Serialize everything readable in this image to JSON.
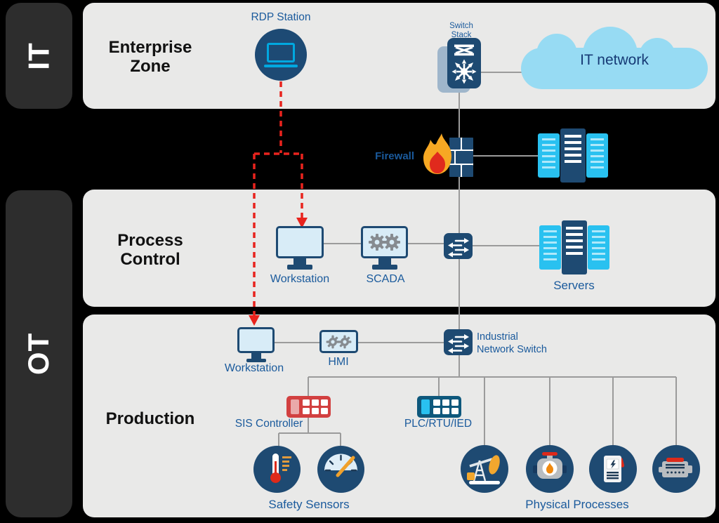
{
  "rails": {
    "it": "IT",
    "ot": "OT"
  },
  "zones": {
    "enterprise": {
      "title_line1": "Enterprise",
      "title_line2": "Zone"
    },
    "process": {
      "title_line1": "Process",
      "title_line2": "Control"
    },
    "production": {
      "title": "Production"
    }
  },
  "nodes": {
    "rdp": {
      "label": "RDP Station"
    },
    "switch_stack": {
      "label_line1": "Switch",
      "label_line2": "Stack"
    },
    "it_network": {
      "label": "IT network"
    },
    "firewall": {
      "label": "Firewall"
    },
    "pc_workstation": {
      "label": "Workstation"
    },
    "scada": {
      "label": "SCADA"
    },
    "servers": {
      "label": "Servers"
    },
    "prod_workstation": {
      "label": "Workstation"
    },
    "hmi": {
      "label": "HMI"
    },
    "industrial_switch": {
      "label_line1": "Industrial",
      "label_line2": "Network Switch"
    },
    "sis": {
      "label": "SIS Controller"
    },
    "plc": {
      "label": "PLC/RTU/IED"
    },
    "safety": {
      "label": "Safety Sensors"
    },
    "physical": {
      "label": "Physical Processes"
    }
  },
  "colors": {
    "navy": "#1e4a72",
    "cyan": "#29c1f0",
    "label_blue": "#1a5a9c",
    "zone_bg": "#e9e9e8",
    "rail_bg": "#2d2d2d",
    "line_gray": "#9b9b9b",
    "alert_red": "#e8231d",
    "sis_red": "#d24040",
    "plc_teal": "#0e587c",
    "flame_orange": "#f7a823",
    "cloud_blue": "#97dbf3"
  }
}
